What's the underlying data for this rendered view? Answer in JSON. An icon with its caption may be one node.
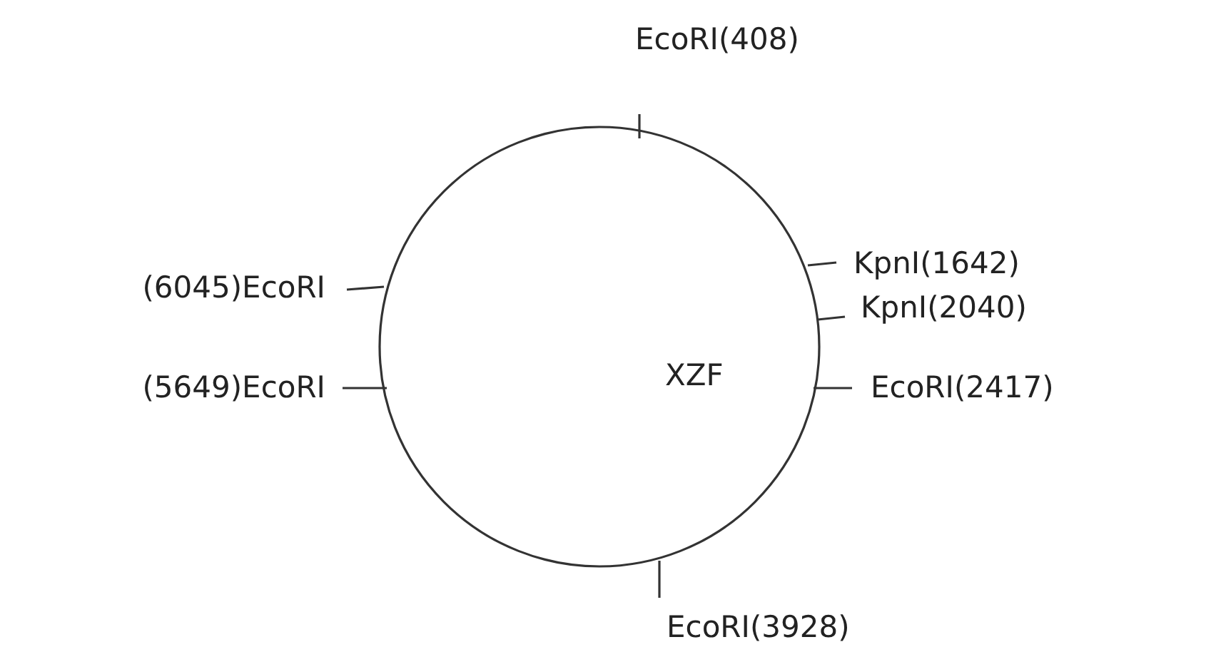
{
  "diagram": {
    "nodes": [
      {
        "text": [
          "XZF"
        ]
      }
    ],
    "edges": [],
    "labels": [
      "EcoRI(408)",
      "(6045)EcoRI",
      "KpnI(1642)",
      "KpnI(2040)",
      "(5649)EcoRI",
      "EcoRI(2417)",
      "EcoRI(3928)"
    ]
  }
}
